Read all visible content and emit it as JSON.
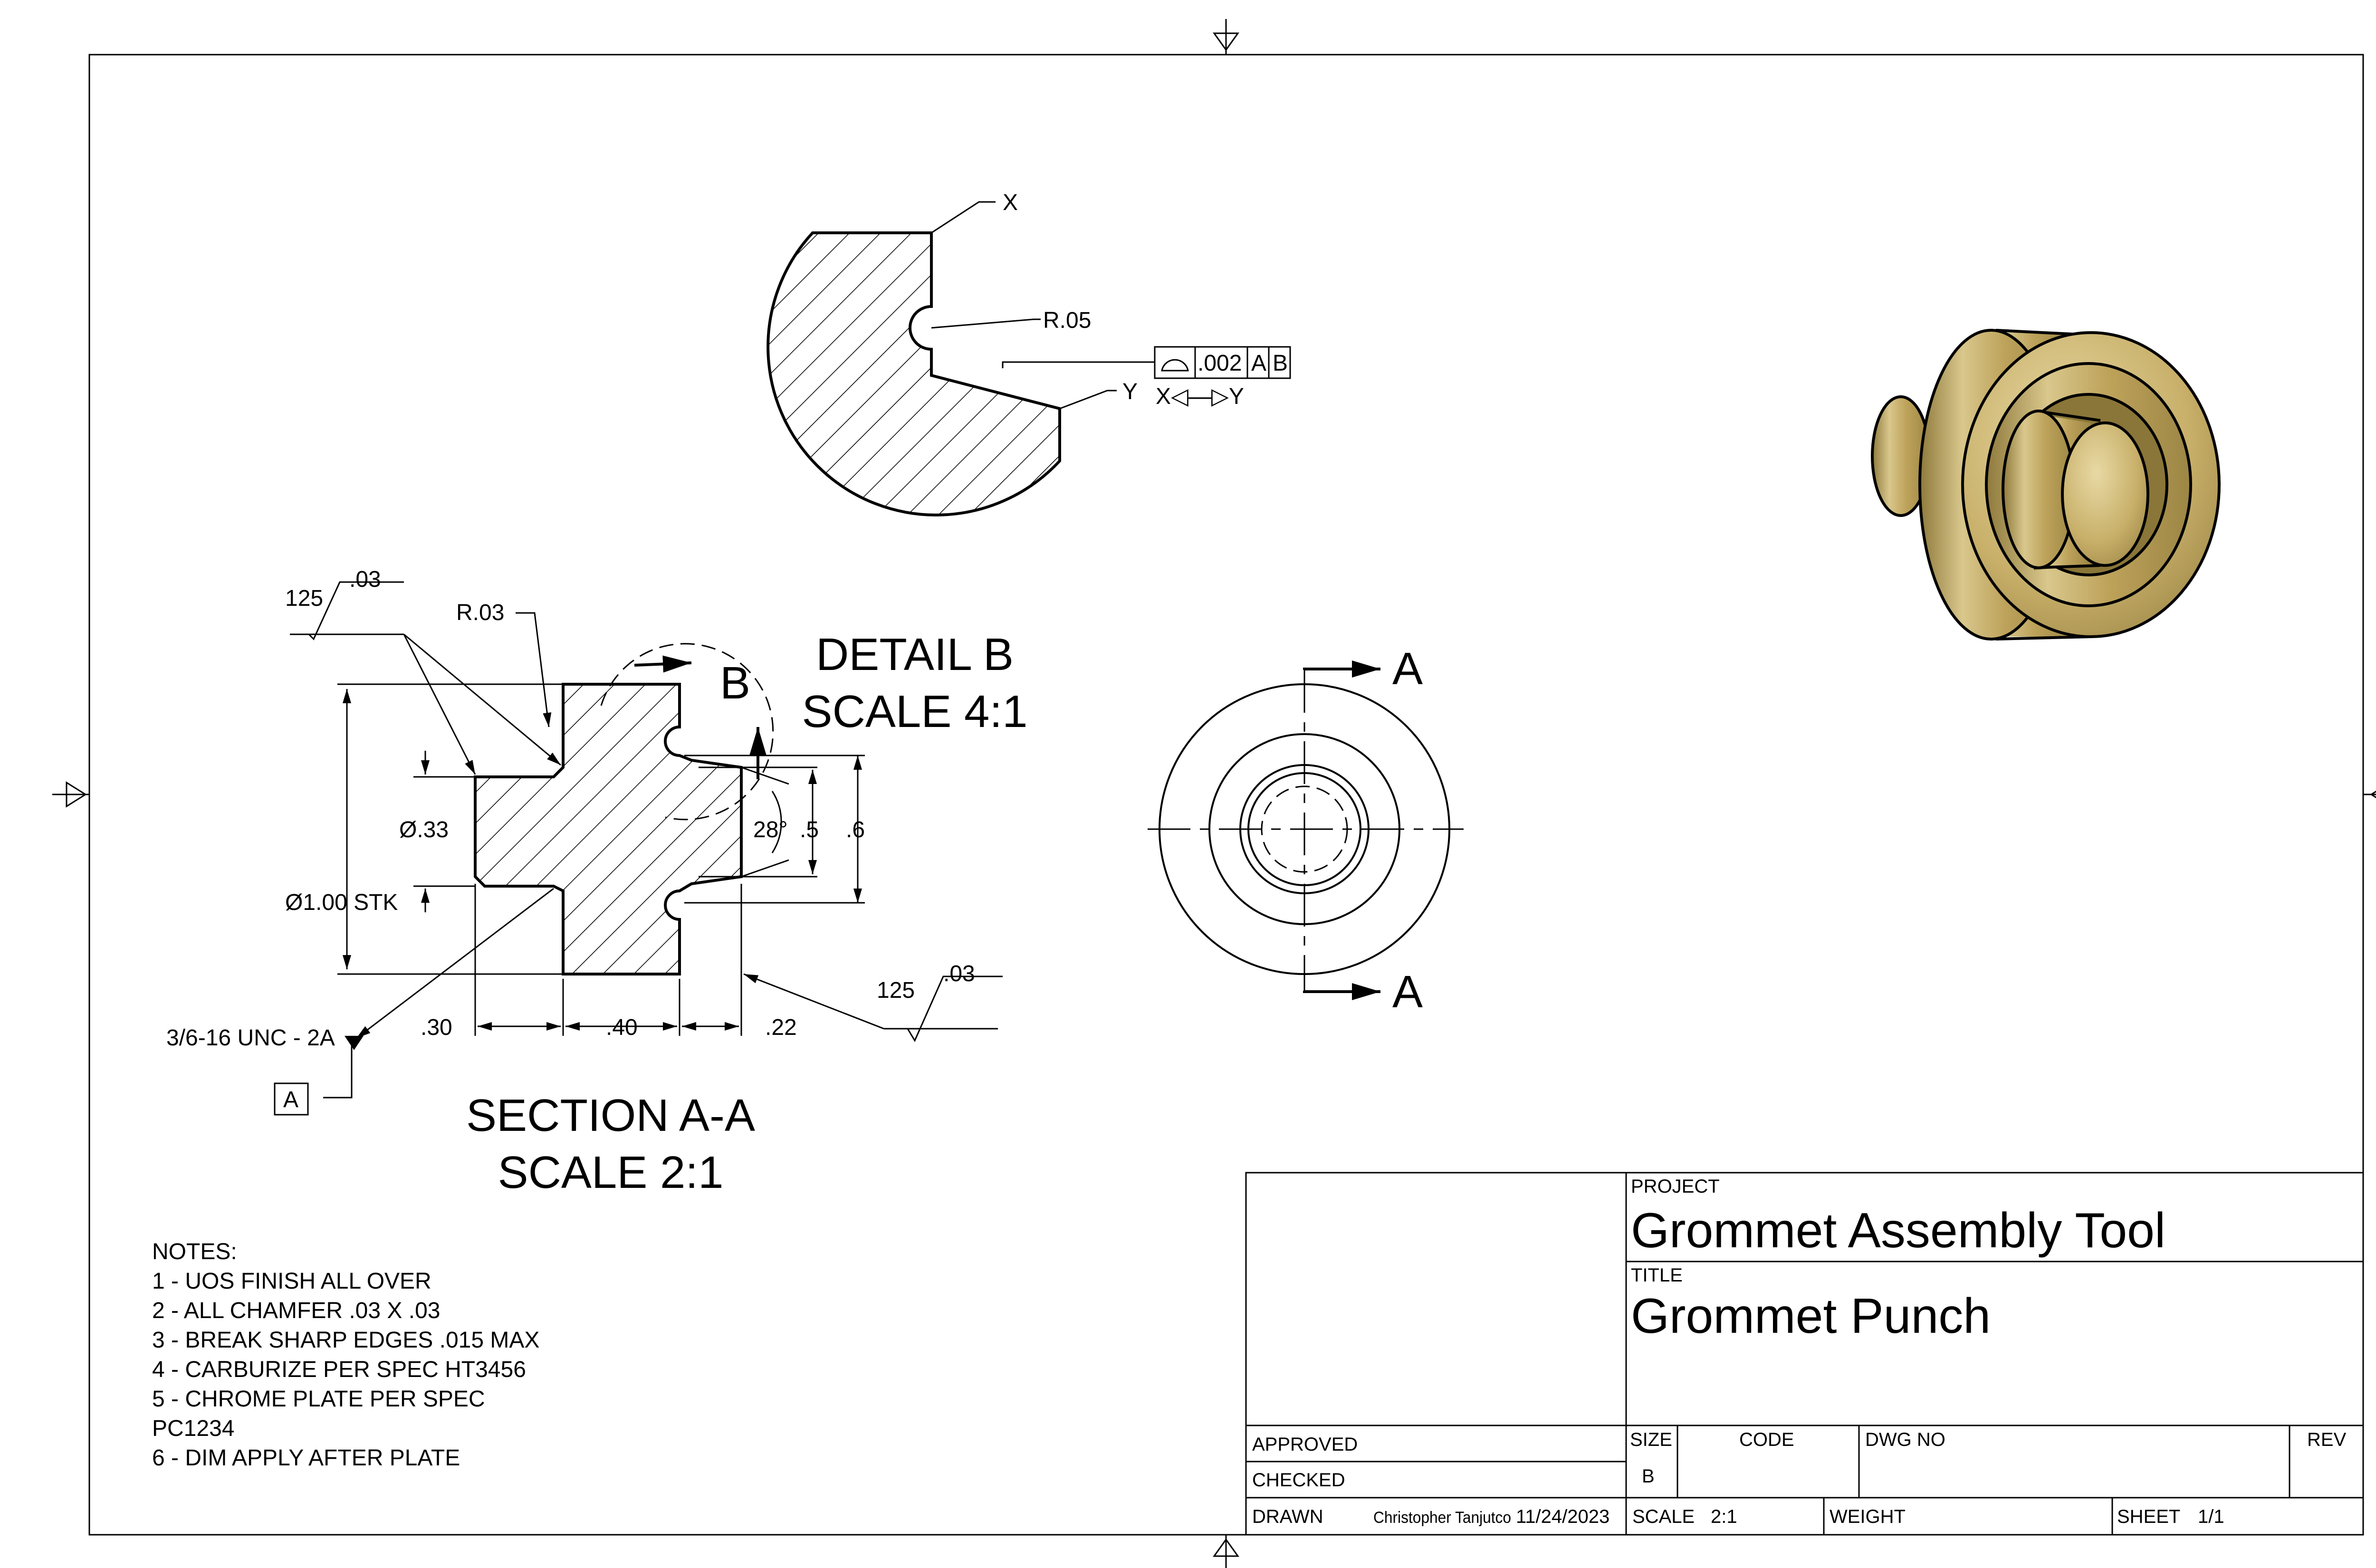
{
  "detail_b": {
    "title_line1": "DETAIL B",
    "title_line2": "SCALE 4:1",
    "leader_x": "X",
    "leader_y": "Y",
    "radius": "R.05",
    "tolerance": ".002",
    "datum_1": "A",
    "datum_2": "B",
    "between": "X◁—▷Y"
  },
  "section_aa": {
    "title_line1": "SECTION A-A",
    "title_line2": "SCALE 2:1",
    "cut_label": "B",
    "surface_finish_top": "125",
    "surface_finish_top_value": ".03",
    "surface_finish_bottom": "125",
    "surface_finish_bottom_value": ".03",
    "radius": "R.03",
    "dia_small": "Ø.33",
    "dia_stock": "Ø1.00 STK",
    "thread": "3/6-16 UNC - 2A",
    "datum": "A",
    "angle": "28°",
    "dim_5": ".5",
    "dim_6": ".6",
    "dim_30": ".30",
    "dim_40": ".40",
    "dim_22": ".22"
  },
  "front_view": {
    "section_label_top": "A",
    "section_label_bottom": "A"
  },
  "iso_view": {
    "color": "#cdb878"
  },
  "notes": {
    "heading": "NOTES:",
    "items": [
      "1 - UOS FINISH ALL OVER",
      "2 - ALL CHAMFER .03 X .03",
      "3 - BREAK SHARP EDGES .015 MAX",
      "4 - CARBURIZE PER SPEC HT3456",
      "5 - CHROME PLATE PER SPEC",
      "PC1234",
      "6 - DIM APPLY AFTER PLATE"
    ]
  },
  "title_block": {
    "project_label": "PROJECT",
    "project": "Grommet Assembly Tool",
    "title_label": "TITLE",
    "title": "Grommet Punch",
    "approved_label": "APPROVED",
    "checked_label": "CHECKED",
    "drawn_label": "DRAWN",
    "drawn_by": "Christopher Tanjutco",
    "drawn_date": "11/24/2023",
    "size_label": "SIZE",
    "size": "B",
    "code_label": "CODE",
    "dwg_no_label": "DWG NO",
    "rev_label": "REV",
    "scale_label": "SCALE",
    "scale": "2:1",
    "weight_label": "WEIGHT",
    "sheet_label": "SHEET",
    "sheet": "1/1"
  }
}
